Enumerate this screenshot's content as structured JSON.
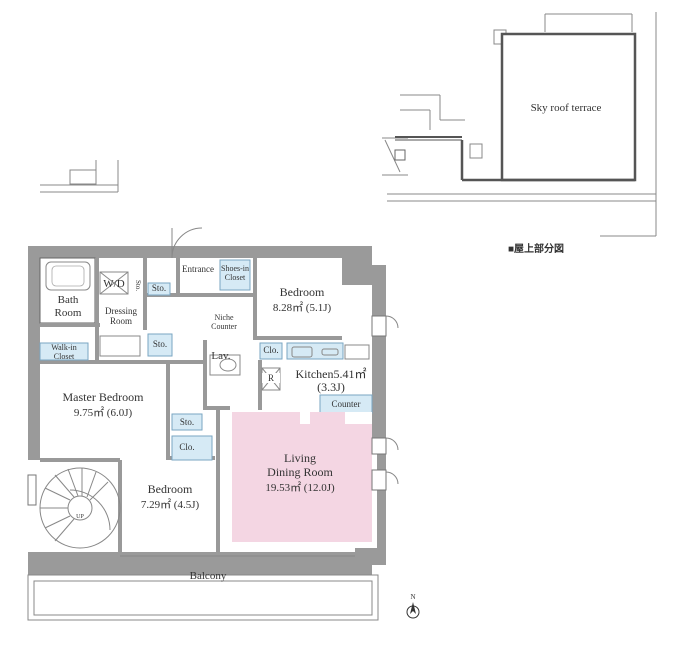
{
  "roof": {
    "terrace_label": "Sky roof terrace",
    "section_title": "■屋上部分図"
  },
  "rooms": {
    "entrance": "Entrance",
    "shoes_in_closet_1": "Shoes-in",
    "shoes_in_closet_2": "Closet",
    "wd": "W/D",
    "sto_small": "Sto.",
    "sto_1": "Sto.",
    "sto_2": "Sto.",
    "sto_3": "Sto.",
    "bath_1": "Bath",
    "bath_2": "Room",
    "dressing_1": "Dressing",
    "dressing_2": "Room",
    "niche_1": "Niche",
    "niche_2": "Counter",
    "walkin_1": "Walk-in",
    "walkin_2": "Closet",
    "lav": "Lav.",
    "clo_1": "Clo.",
    "clo_2": "Clo.",
    "refrigerator": "R",
    "bedroom_ne_name": "Bedroom",
    "bedroom_ne_area": "8.28㎡ (5.1J)",
    "kitchen_name": "Kitchen5.41㎡",
    "kitchen_area": "(3.3J)",
    "counter": "Counter",
    "master_name": "Master Bedroom",
    "master_area": "9.75㎡ (6.0J)",
    "living_1": "Living",
    "living_2": "Dining Room",
    "living_area": "19.53㎡ (12.0J)",
    "bedroom_s_name": "Bedroom",
    "bedroom_s_area": "7.29㎡ (4.5J)",
    "balcony": "Balcony",
    "up": "UP",
    "compass_n": "N"
  },
  "colors": {
    "wall": "#9a9a9a",
    "closet_fill": "#d6eaf5",
    "living_fill": "#f4d6e3",
    "line": "#777777"
  }
}
